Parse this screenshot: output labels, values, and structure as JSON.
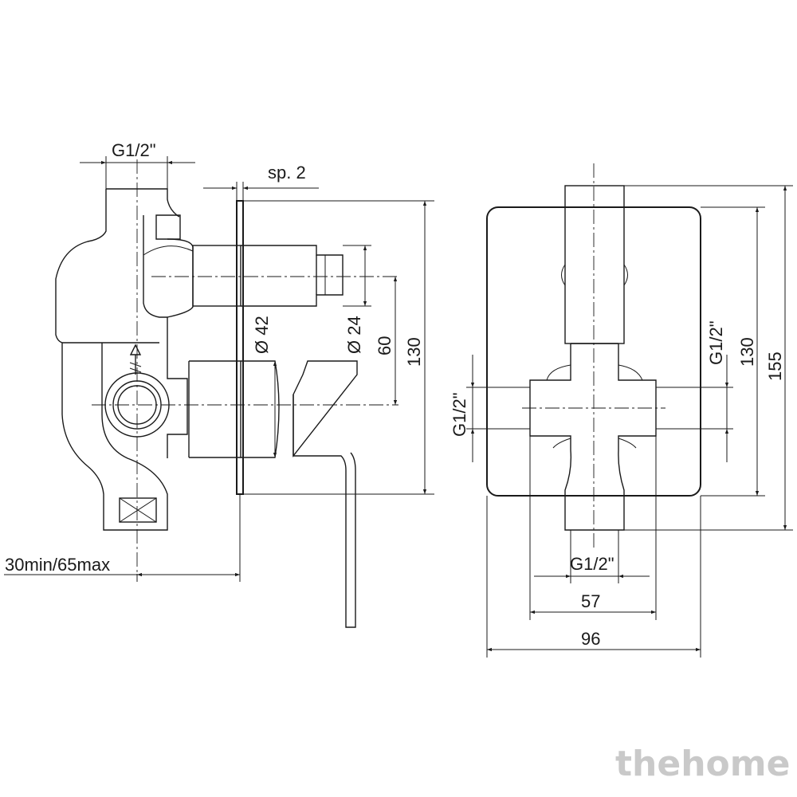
{
  "side_view": {
    "inlet_thread_top": "G1/2\"",
    "plate_thickness": "sp. 2",
    "spindle_diameter": "Ø 42",
    "outlet_diameter": "Ø 24",
    "axis_spacing": "60",
    "plate_height": "130",
    "wall_depth": "30min/65max"
  },
  "front_view": {
    "thread_left": "G1/2\"",
    "thread_right": "G1/2\"",
    "thread_bottom": "G1/2\"",
    "plate_height_inner": "130",
    "total_height": "155",
    "body_width": "57",
    "plate_width": "96"
  },
  "watermark": "thehome"
}
